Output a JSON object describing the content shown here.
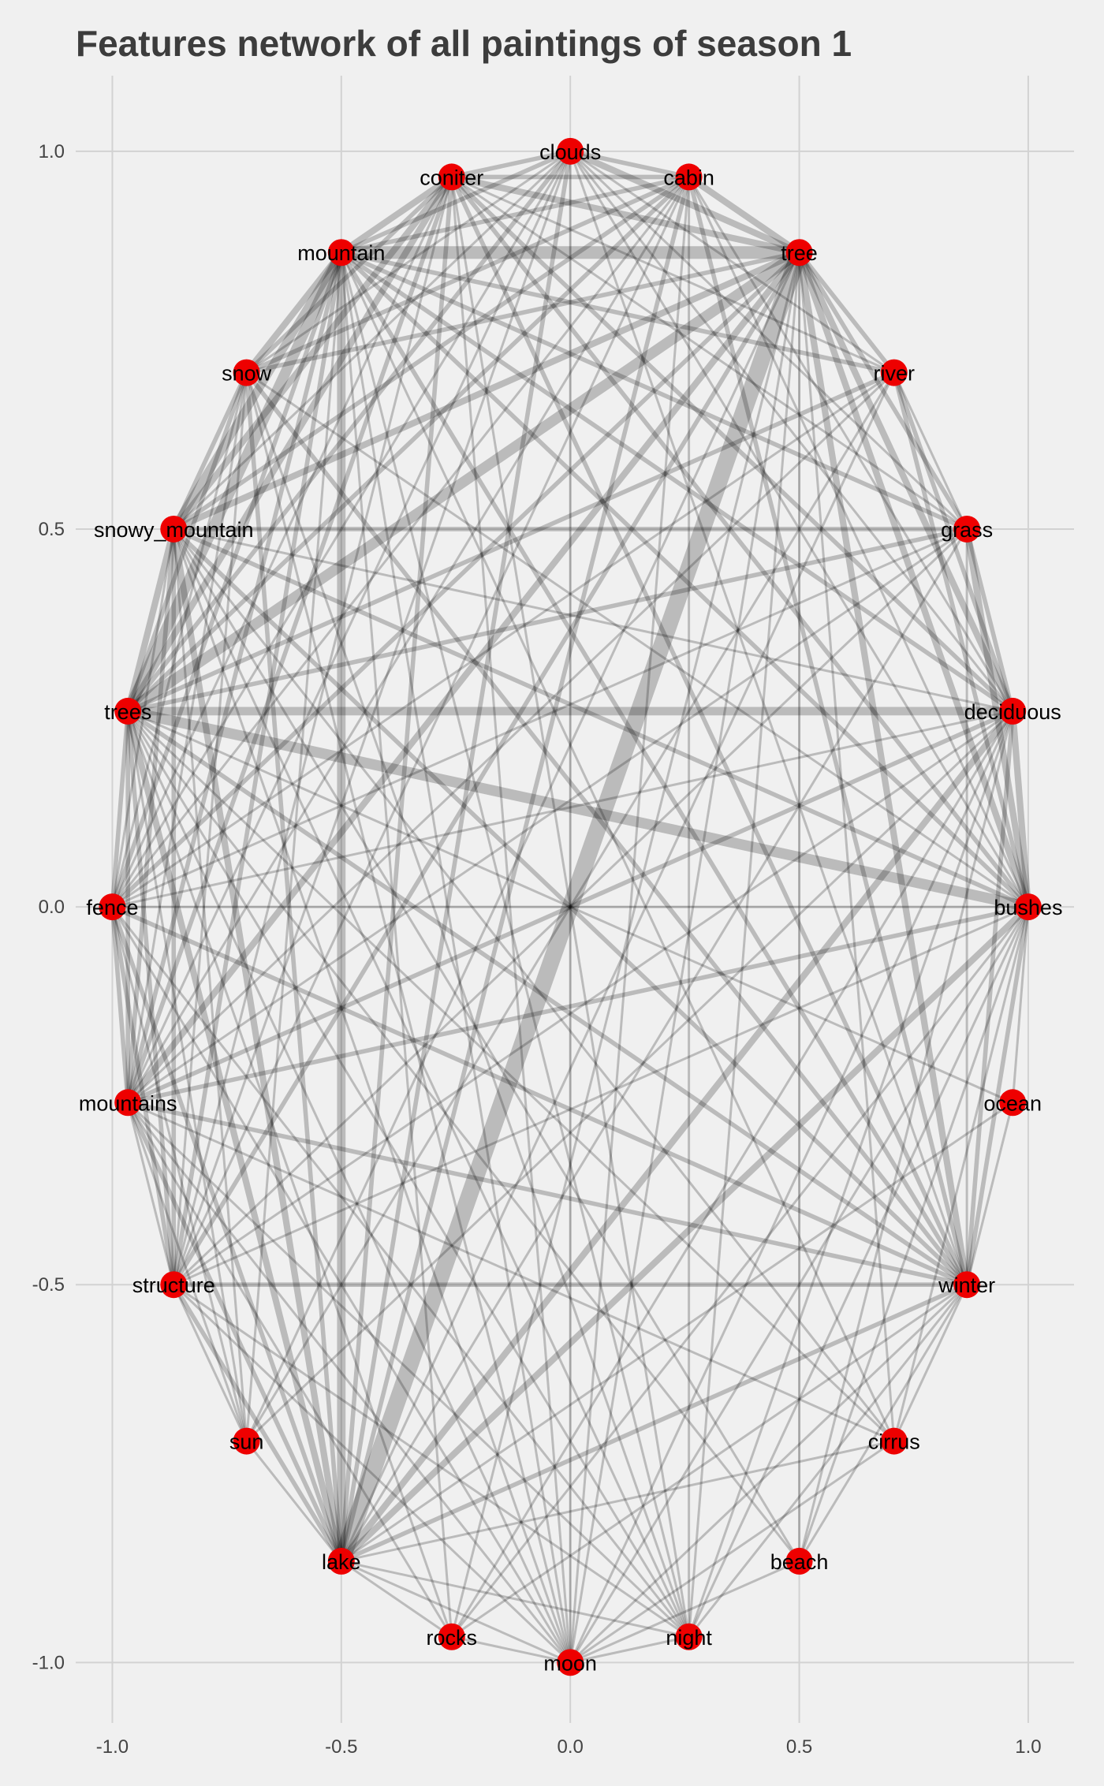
{
  "chart_data": {
    "type": "network",
    "title": "Features network of all paintings of season 1",
    "xlabel": "",
    "ylabel": "",
    "xlim": [
      -1.08,
      1.1
    ],
    "ylim": [
      -1.08,
      1.1
    ],
    "x_ticks": [
      -1.0,
      -0.5,
      0.0,
      0.5,
      1.0
    ],
    "y_ticks": [
      -1.0,
      -0.5,
      0.0,
      0.5,
      1.0
    ],
    "x_tick_labels": [
      "-1.0",
      "-0.5",
      "0.0",
      "0.5",
      "1.0"
    ],
    "y_tick_labels": [
      "-1.0",
      "-0.5",
      "0.0",
      "0.5",
      "1.0"
    ],
    "grid": true,
    "node_color": "#ee0000",
    "edge_color": "#000000",
    "nodes": [
      {
        "name": "clouds",
        "x": 0.0,
        "y": 1.0
      },
      {
        "name": "coniter",
        "x": -0.259,
        "y": 0.966
      },
      {
        "name": "cabin",
        "x": 0.259,
        "y": 0.966
      },
      {
        "name": "mountain",
        "x": -0.5,
        "y": 0.866
      },
      {
        "name": "tree",
        "x": 0.5,
        "y": 0.866
      },
      {
        "name": "snow",
        "x": -0.707,
        "y": 0.707
      },
      {
        "name": "river",
        "x": 0.707,
        "y": 0.707
      },
      {
        "name": "snowy_mountain",
        "x": -0.866,
        "y": 0.5
      },
      {
        "name": "grass",
        "x": 0.866,
        "y": 0.5
      },
      {
        "name": "trees",
        "x": -0.966,
        "y": 0.259
      },
      {
        "name": "deciduous",
        "x": 0.966,
        "y": 0.259
      },
      {
        "name": "fence",
        "x": -1.0,
        "y": 0.0
      },
      {
        "name": "bushes",
        "x": 1.0,
        "y": 0.0
      },
      {
        "name": "mountains",
        "x": -0.966,
        "y": -0.259
      },
      {
        "name": "ocean",
        "x": 0.966,
        "y": -0.259
      },
      {
        "name": "structure",
        "x": -0.866,
        "y": -0.5
      },
      {
        "name": "winter",
        "x": 0.866,
        "y": -0.5
      },
      {
        "name": "sun",
        "x": -0.707,
        "y": -0.707
      },
      {
        "name": "cirrus",
        "x": 0.707,
        "y": -0.707
      },
      {
        "name": "lake",
        "x": -0.5,
        "y": -0.866
      },
      {
        "name": "beach",
        "x": 0.5,
        "y": -0.866
      },
      {
        "name": "rocks",
        "x": -0.259,
        "y": -0.966
      },
      {
        "name": "night",
        "x": 0.259,
        "y": -0.966
      },
      {
        "name": "moon",
        "x": 0.0,
        "y": -1.0
      }
    ],
    "edges": [
      [
        "clouds",
        "coniter",
        2
      ],
      [
        "clouds",
        "cabin",
        2
      ],
      [
        "clouds",
        "mountain",
        2
      ],
      [
        "clouds",
        "tree",
        3
      ],
      [
        "clouds",
        "snow",
        1
      ],
      [
        "clouds",
        "snowy_mountain",
        1
      ],
      [
        "clouds",
        "trees",
        2
      ],
      [
        "clouds",
        "deciduous",
        1
      ],
      [
        "clouds",
        "bushes",
        1
      ],
      [
        "clouds",
        "lake",
        2
      ],
      [
        "clouds",
        "winter",
        1
      ],
      [
        "clouds",
        "structure",
        1
      ],
      [
        "clouds",
        "river",
        1
      ],
      [
        "clouds",
        "grass",
        1
      ],
      [
        "clouds",
        "moon",
        1
      ],
      [
        "clouds",
        "fence",
        1
      ],
      [
        "clouds",
        "mountains",
        1
      ],
      [
        "coniter",
        "cabin",
        2
      ],
      [
        "coniter",
        "mountain",
        3
      ],
      [
        "coniter",
        "tree",
        3
      ],
      [
        "coniter",
        "snow",
        2
      ],
      [
        "coniter",
        "snowy_mountain",
        3
      ],
      [
        "coniter",
        "trees",
        3
      ],
      [
        "coniter",
        "lake",
        2
      ],
      [
        "coniter",
        "deciduous",
        2
      ],
      [
        "coniter",
        "bushes",
        2
      ],
      [
        "coniter",
        "winter",
        2
      ],
      [
        "coniter",
        "structure",
        1
      ],
      [
        "coniter",
        "fence",
        1
      ],
      [
        "coniter",
        "mountains",
        2
      ],
      [
        "coniter",
        "grass",
        1
      ],
      [
        "coniter",
        "river",
        1
      ],
      [
        "coniter",
        "night",
        1
      ],
      [
        "coniter",
        "moon",
        1
      ],
      [
        "cabin",
        "mountain",
        2
      ],
      [
        "cabin",
        "tree",
        3
      ],
      [
        "cabin",
        "trees",
        2
      ],
      [
        "cabin",
        "snowy_mountain",
        2
      ],
      [
        "cabin",
        "winter",
        2
      ],
      [
        "cabin",
        "lake",
        2
      ],
      [
        "cabin",
        "structure",
        1
      ],
      [
        "cabin",
        "fence",
        1
      ],
      [
        "cabin",
        "snow",
        2
      ],
      [
        "cabin",
        "bushes",
        1
      ],
      [
        "cabin",
        "deciduous",
        1
      ],
      [
        "cabin",
        "mountains",
        1
      ],
      [
        "cabin",
        "moon",
        1
      ],
      [
        "cabin",
        "night",
        1
      ],
      [
        "mountain",
        "tree",
        6
      ],
      [
        "mountain",
        "snow",
        3
      ],
      [
        "mountain",
        "snowy_mountain",
        4
      ],
      [
        "mountain",
        "trees",
        5
      ],
      [
        "mountain",
        "lake",
        4
      ],
      [
        "mountain",
        "deciduous",
        2
      ],
      [
        "mountain",
        "bushes",
        2
      ],
      [
        "mountain",
        "winter",
        2
      ],
      [
        "mountain",
        "grass",
        2
      ],
      [
        "mountain",
        "river",
        2
      ],
      [
        "mountain",
        "fence",
        2
      ],
      [
        "mountain",
        "mountains",
        2
      ],
      [
        "mountain",
        "structure",
        2
      ],
      [
        "mountain",
        "sun",
        1
      ],
      [
        "mountain",
        "night",
        1
      ],
      [
        "mountain",
        "moon",
        1
      ],
      [
        "mountain",
        "cirrus",
        1
      ],
      [
        "mountain",
        "rocks",
        1
      ],
      [
        "tree",
        "snow",
        2
      ],
      [
        "tree",
        "snowy_mountain",
        3
      ],
      [
        "tree",
        "trees",
        5
      ],
      [
        "tree",
        "lake",
        8
      ],
      [
        "tree",
        "deciduous",
        3
      ],
      [
        "tree",
        "bushes",
        3
      ],
      [
        "tree",
        "grass",
        2
      ],
      [
        "tree",
        "river",
        2
      ],
      [
        "tree",
        "winter",
        3
      ],
      [
        "tree",
        "fence",
        2
      ],
      [
        "tree",
        "mountains",
        3
      ],
      [
        "tree",
        "structure",
        2
      ],
      [
        "tree",
        "sun",
        1
      ],
      [
        "tree",
        "night",
        1
      ],
      [
        "tree",
        "moon",
        1
      ],
      [
        "tree",
        "beach",
        1
      ],
      [
        "tree",
        "cirrus",
        1
      ],
      [
        "tree",
        "rocks",
        1
      ],
      [
        "snow",
        "snowy_mountain",
        2
      ],
      [
        "snow",
        "trees",
        2
      ],
      [
        "snow",
        "lake",
        2
      ],
      [
        "snow",
        "winter",
        2
      ],
      [
        "snow",
        "bushes",
        1
      ],
      [
        "snow",
        "fence",
        1
      ],
      [
        "snow",
        "mountains",
        1
      ],
      [
        "snow",
        "structure",
        1
      ],
      [
        "snow",
        "night",
        1
      ],
      [
        "snow",
        "moon",
        1
      ],
      [
        "river",
        "trees",
        2
      ],
      [
        "river",
        "deciduous",
        2
      ],
      [
        "river",
        "bushes",
        2
      ],
      [
        "river",
        "lake",
        1
      ],
      [
        "river",
        "grass",
        1
      ],
      [
        "river",
        "mountains",
        1
      ],
      [
        "river",
        "fence",
        1
      ],
      [
        "river",
        "sun",
        1
      ],
      [
        "snowy_mountain",
        "grass",
        2
      ],
      [
        "snowy_mountain",
        "trees",
        3
      ],
      [
        "snowy_mountain",
        "lake",
        3
      ],
      [
        "snowy_mountain",
        "deciduous",
        1
      ],
      [
        "snowy_mountain",
        "bushes",
        2
      ],
      [
        "snowy_mountain",
        "winter",
        2
      ],
      [
        "snowy_mountain",
        "fence",
        1
      ],
      [
        "snowy_mountain",
        "mountains",
        2
      ],
      [
        "snowy_mountain",
        "structure",
        2
      ],
      [
        "snowy_mountain",
        "sun",
        1
      ],
      [
        "snowy_mountain",
        "cirrus",
        1
      ],
      [
        "snowy_mountain",
        "night",
        1
      ],
      [
        "snowy_mountain",
        "moon",
        1
      ],
      [
        "snowy_mountain",
        "beach",
        1
      ],
      [
        "grass",
        "trees",
        2
      ],
      [
        "grass",
        "deciduous",
        2
      ],
      [
        "grass",
        "bushes",
        3
      ],
      [
        "grass",
        "lake",
        1
      ],
      [
        "grass",
        "fence",
        1
      ],
      [
        "grass",
        "mountains",
        1
      ],
      [
        "grass",
        "structure",
        1
      ],
      [
        "grass",
        "winter",
        1
      ],
      [
        "trees",
        "deciduous",
        4
      ],
      [
        "trees",
        "bushes",
        5
      ],
      [
        "trees",
        "lake",
        3
      ],
      [
        "trees",
        "fence",
        2
      ],
      [
        "trees",
        "mountains",
        2
      ],
      [
        "trees",
        "structure",
        2
      ],
      [
        "trees",
        "winter",
        2
      ],
      [
        "trees",
        "sun",
        1
      ],
      [
        "trees",
        "night",
        1
      ],
      [
        "trees",
        "moon",
        1
      ],
      [
        "trees",
        "cirrus",
        1
      ],
      [
        "trees",
        "beach",
        1
      ],
      [
        "trees",
        "rocks",
        1
      ],
      [
        "trees",
        "ocean",
        1
      ],
      [
        "deciduous",
        "bushes",
        3
      ],
      [
        "deciduous",
        "lake",
        3
      ],
      [
        "deciduous",
        "fence",
        1
      ],
      [
        "deciduous",
        "mountains",
        2
      ],
      [
        "deciduous",
        "structure",
        1
      ],
      [
        "deciduous",
        "winter",
        2
      ],
      [
        "deciduous",
        "night",
        1
      ],
      [
        "deciduous",
        "moon",
        1
      ],
      [
        "deciduous",
        "sun",
        1
      ],
      [
        "deciduous",
        "rocks",
        1
      ],
      [
        "deciduous",
        "beach",
        1
      ],
      [
        "fence",
        "bushes",
        1
      ],
      [
        "fence",
        "lake",
        2
      ],
      [
        "fence",
        "mountains",
        2
      ],
      [
        "fence",
        "structure",
        2
      ],
      [
        "fence",
        "winter",
        2
      ],
      [
        "fence",
        "night",
        1
      ],
      [
        "fence",
        "moon",
        1
      ],
      [
        "fence",
        "sun",
        1
      ],
      [
        "bushes",
        "lake",
        3
      ],
      [
        "bushes",
        "mountains",
        2
      ],
      [
        "bushes",
        "structure",
        1
      ],
      [
        "bushes",
        "winter",
        2
      ],
      [
        "bushes",
        "night",
        1
      ],
      [
        "bushes",
        "moon",
        1
      ],
      [
        "bushes",
        "rocks",
        1
      ],
      [
        "bushes",
        "cirrus",
        1
      ],
      [
        "bushes",
        "ocean",
        1
      ],
      [
        "bushes",
        "beach",
        1
      ],
      [
        "mountains",
        "lake",
        2
      ],
      [
        "mountains",
        "winter",
        2
      ],
      [
        "mountains",
        "structure",
        1
      ],
      [
        "mountains",
        "sun",
        1
      ],
      [
        "mountains",
        "night",
        1
      ],
      [
        "mountains",
        "moon",
        1
      ],
      [
        "mountains",
        "cirrus",
        1
      ],
      [
        "mountains",
        "rocks",
        1
      ],
      [
        "ocean",
        "winter",
        1
      ],
      [
        "ocean",
        "lake",
        1
      ],
      [
        "structure",
        "winter",
        2
      ],
      [
        "structure",
        "lake",
        2
      ],
      [
        "structure",
        "sun",
        1
      ],
      [
        "structure",
        "night",
        1
      ],
      [
        "structure",
        "moon",
        1
      ],
      [
        "winter",
        "lake",
        2
      ],
      [
        "winter",
        "night",
        1
      ],
      [
        "winter",
        "moon",
        1
      ],
      [
        "winter",
        "cirrus",
        1
      ],
      [
        "winter",
        "beach",
        1
      ],
      [
        "winter",
        "rocks",
        1
      ],
      [
        "sun",
        "lake",
        1
      ],
      [
        "cirrus",
        "lake",
        1
      ],
      [
        "cirrus",
        "moon",
        1
      ],
      [
        "lake",
        "night",
        1
      ],
      [
        "lake",
        "moon",
        1
      ],
      [
        "lake",
        "rocks",
        1
      ],
      [
        "beach",
        "moon",
        1
      ],
      [
        "rocks",
        "moon",
        1
      ],
      [
        "night",
        "moon",
        1
      ]
    ]
  }
}
